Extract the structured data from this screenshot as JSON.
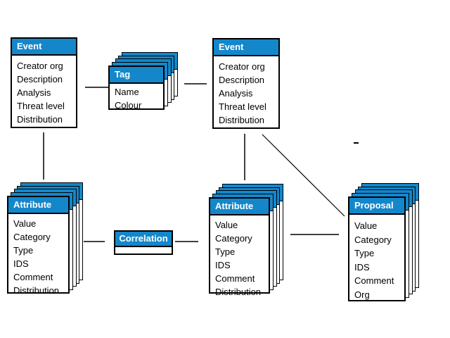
{
  "diagram": {
    "colors": {
      "header_bg": "#1487cb",
      "header_text": "#ffffff",
      "line": "#000000",
      "box_bg": "#ffffff",
      "border": "#000000"
    },
    "entities": {
      "event_left": {
        "name": "Event",
        "stacked": false,
        "fields": [
          "Creator org",
          "Description",
          "Analysis",
          "Threat level",
          "Distribution"
        ]
      },
      "tag": {
        "name": "Tag",
        "stacked": true,
        "fields": [
          "Name",
          "Colour"
        ]
      },
      "event_right": {
        "name": "Event",
        "stacked": false,
        "fields": [
          "Creator org",
          "Description",
          "Analysis",
          "Threat level",
          "Distribution"
        ]
      },
      "attribute_left": {
        "name": "Attribute",
        "stacked": true,
        "fields": [
          "Value",
          "Category",
          "Type",
          "IDS",
          "Comment",
          "Distribution"
        ]
      },
      "correlation": {
        "name": "Correlation",
        "stacked": false,
        "fields": []
      },
      "attribute_mid": {
        "name": "Attribute",
        "stacked": true,
        "fields": [
          "Value",
          "Category",
          "Type",
          "IDS",
          "Comment",
          "Distribution"
        ]
      },
      "proposal": {
        "name": "Proposal",
        "stacked": true,
        "fields": [
          "Value",
          "Category",
          "Type",
          "IDS",
          "Comment",
          "Org"
        ]
      }
    },
    "connections": [
      {
        "from": "event_left",
        "to": "tag",
        "style": "horizontal"
      },
      {
        "from": "tag",
        "to": "event_right",
        "style": "horizontal"
      },
      {
        "from": "event_left",
        "to": "attribute_left",
        "style": "vertical"
      },
      {
        "from": "event_right",
        "to": "attribute_mid",
        "style": "vertical"
      },
      {
        "from": "event_right",
        "to": "proposal",
        "style": "diagonal"
      },
      {
        "from": "attribute_left",
        "to": "correlation",
        "style": "horizontal"
      },
      {
        "from": "correlation",
        "to": "attribute_mid",
        "style": "horizontal"
      },
      {
        "from": "attribute_mid",
        "to": "proposal",
        "style": "horizontal"
      }
    ]
  }
}
